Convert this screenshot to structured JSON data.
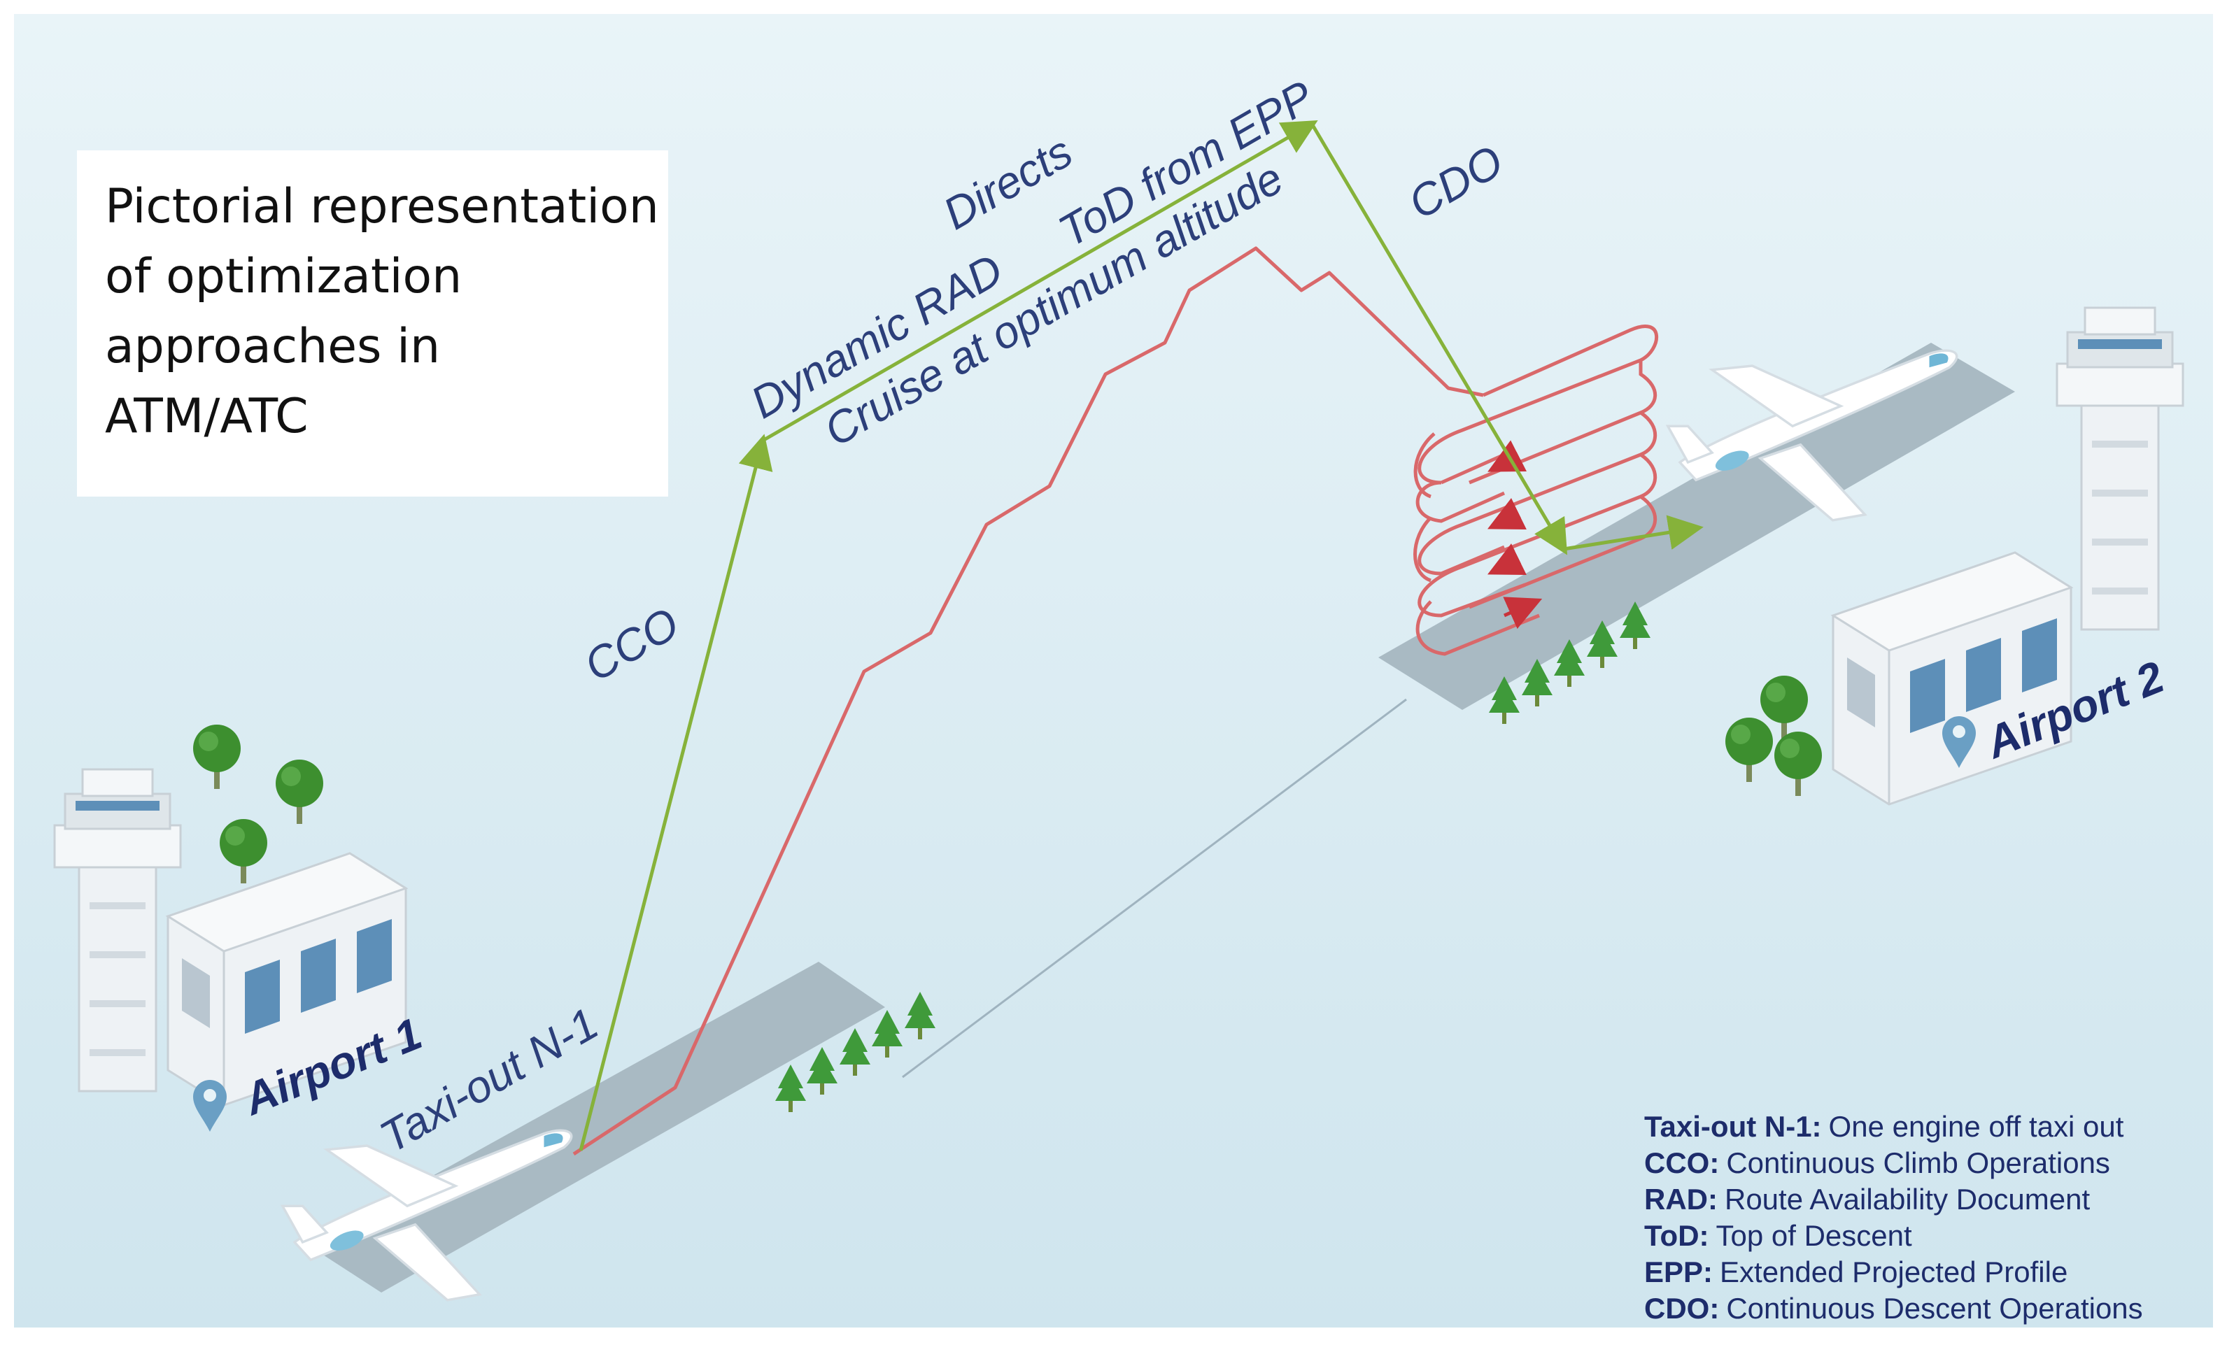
{
  "caption": {
    "lines": [
      "Pictorial representation",
      "of optimization",
      "approaches in",
      "ATM/ATC"
    ]
  },
  "labels": {
    "cco": "CCO",
    "dynamic_rad": "Dynamic RAD",
    "directs": "Directs",
    "tod_from_epp": "ToD from EPP",
    "cruise": "Cruise at optimum altitude",
    "cdo": "CDO",
    "taxi_out": "Taxi-out N-1"
  },
  "airports": {
    "airport1": "Airport 1",
    "airport2": "Airport 2"
  },
  "legend": [
    {
      "key": "Taxi-out N-1:",
      "value": "One engine off taxi out"
    },
    {
      "key": "CCO:",
      "value": "Continuous Climb Operations"
    },
    {
      "key": "RAD:",
      "value": "Route Availability Document"
    },
    {
      "key": "ToD:",
      "value": "Top of Descent"
    },
    {
      "key": "EPP:",
      "value": "Extended Projected Profile"
    },
    {
      "key": "CDO:",
      "value": "Continuous Descent Operations"
    }
  ],
  "colors": {
    "optimized_path": "#86b23a",
    "conventional_path": "#d9686a",
    "label_text": "#2c3f7a",
    "background": "#e8f3f7"
  },
  "icons": {
    "airport1_pin": "location-pin-icon",
    "airport2_pin": "location-pin-icon",
    "aircraft": "airplane-icon",
    "tower": "control-tower-icon",
    "tree": "tree-icon"
  }
}
